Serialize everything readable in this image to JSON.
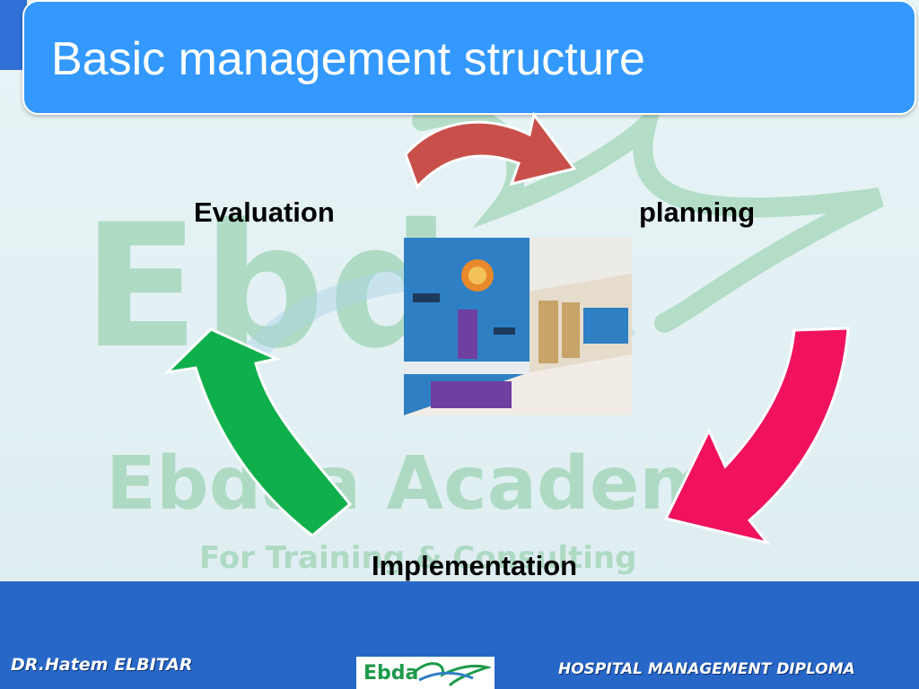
{
  "slide": {
    "title": "Basic management structure",
    "watermark": {
      "brand": "Ebda",
      "name": "Ebdaa Academy",
      "tagline": "For Training & Consulting"
    },
    "cycle": {
      "evaluation": "Evaluation",
      "planning": "planning",
      "implementation": "Implementation"
    },
    "arrow_colors": {
      "top": "#c9504a",
      "right": "#f0125f",
      "left": "#0fb04c"
    }
  },
  "footer": {
    "author": "DR.Hatem ELBITAR",
    "logo_text": "Ebda",
    "course": "HOSPITAL MANAGEMENT DIPLOMA"
  }
}
